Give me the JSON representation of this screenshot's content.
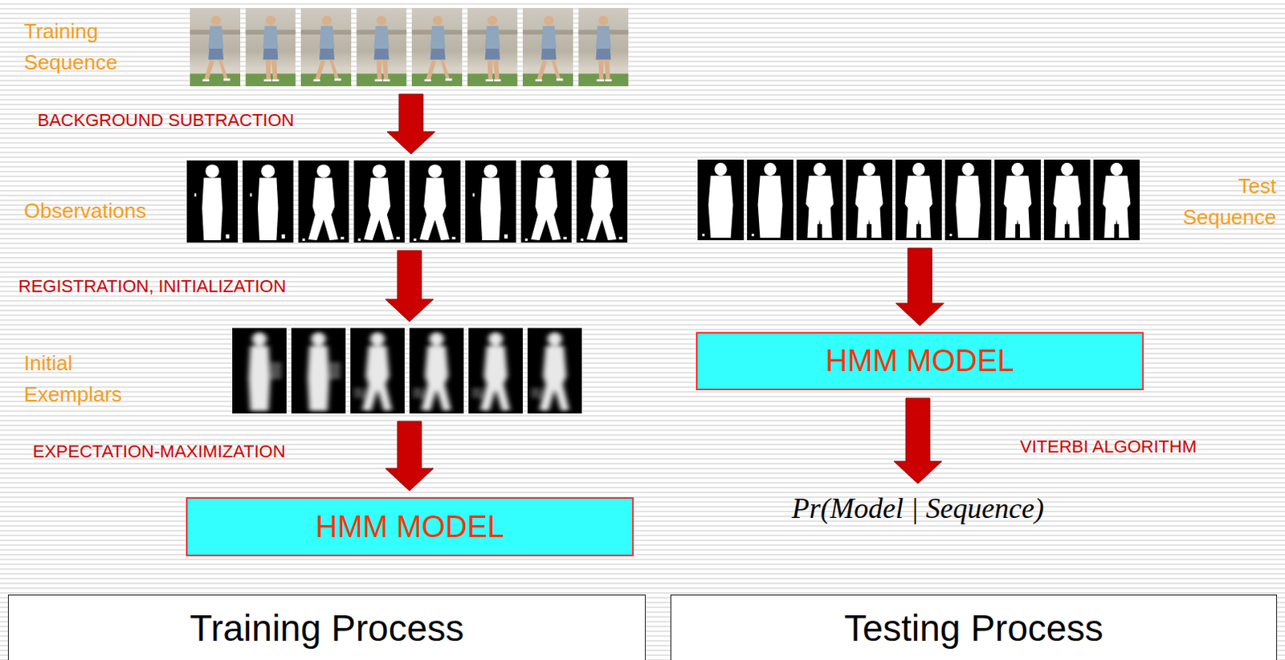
{
  "diagram": {
    "nodes": [
      {
        "text": [
          "Training Sequence"
        ]
      },
      {
        "text": [
          "Observations"
        ]
      },
      {
        "text": [
          "Initial Exemplars"
        ]
      },
      {
        "text": [
          "HMM MODEL"
        ]
      },
      {
        "text": [
          "Test Sequence"
        ]
      },
      {
        "text": [
          "HMM MODEL"
        ]
      },
      {
        "text": [
          "Pr(Model | Sequence)"
        ]
      },
      {
        "text": [
          "Training Process"
        ]
      },
      {
        "text": [
          "Testing Process"
        ]
      }
    ],
    "edges": [
      {
        "from": 0,
        "to": 1,
        "arrow": "to",
        "label": "BACKGROUND SUBTRACTION"
      },
      {
        "from": 1,
        "to": 2,
        "arrow": "to",
        "label": "REGISTRATION, INITIALIZATION"
      },
      {
        "from": 2,
        "to": 3,
        "arrow": "to",
        "label": "EXPECTATION-MAXIMIZATION"
      },
      {
        "from": 4,
        "to": 5,
        "arrow": "to"
      },
      {
        "from": 5,
        "to": 6,
        "arrow": "to",
        "label": "VITERBI ALGORITHM"
      }
    ]
  }
}
